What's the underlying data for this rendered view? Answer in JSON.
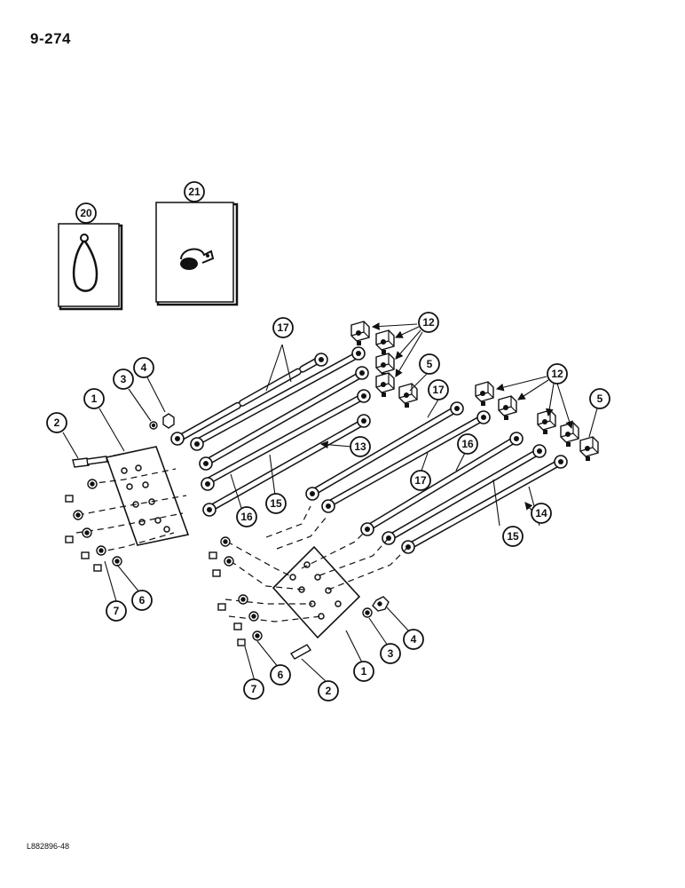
{
  "page": {
    "number": "9-274",
    "footer_code": "L882896-48"
  },
  "callouts": {
    "c1a": "1",
    "c1b": "1",
    "c2a": "2",
    "c2b": "2",
    "c3a": "3",
    "c3b": "3",
    "c4a": "4",
    "c4b": "4",
    "c5a": "5",
    "c5b": "5",
    "c6a": "6",
    "c6b": "6",
    "c7a": "7",
    "c7b": "7",
    "c12a": "12",
    "c12b": "12",
    "c13": "13",
    "c14": "14",
    "c15a": "15",
    "c15b": "15",
    "c16a": "16",
    "c16b": "16",
    "c17a": "17",
    "c17b": "17",
    "c17c": "17",
    "c20": "20",
    "c21": "21"
  },
  "colors": {
    "ink": "#111111",
    "paper": "#ffffff"
  }
}
